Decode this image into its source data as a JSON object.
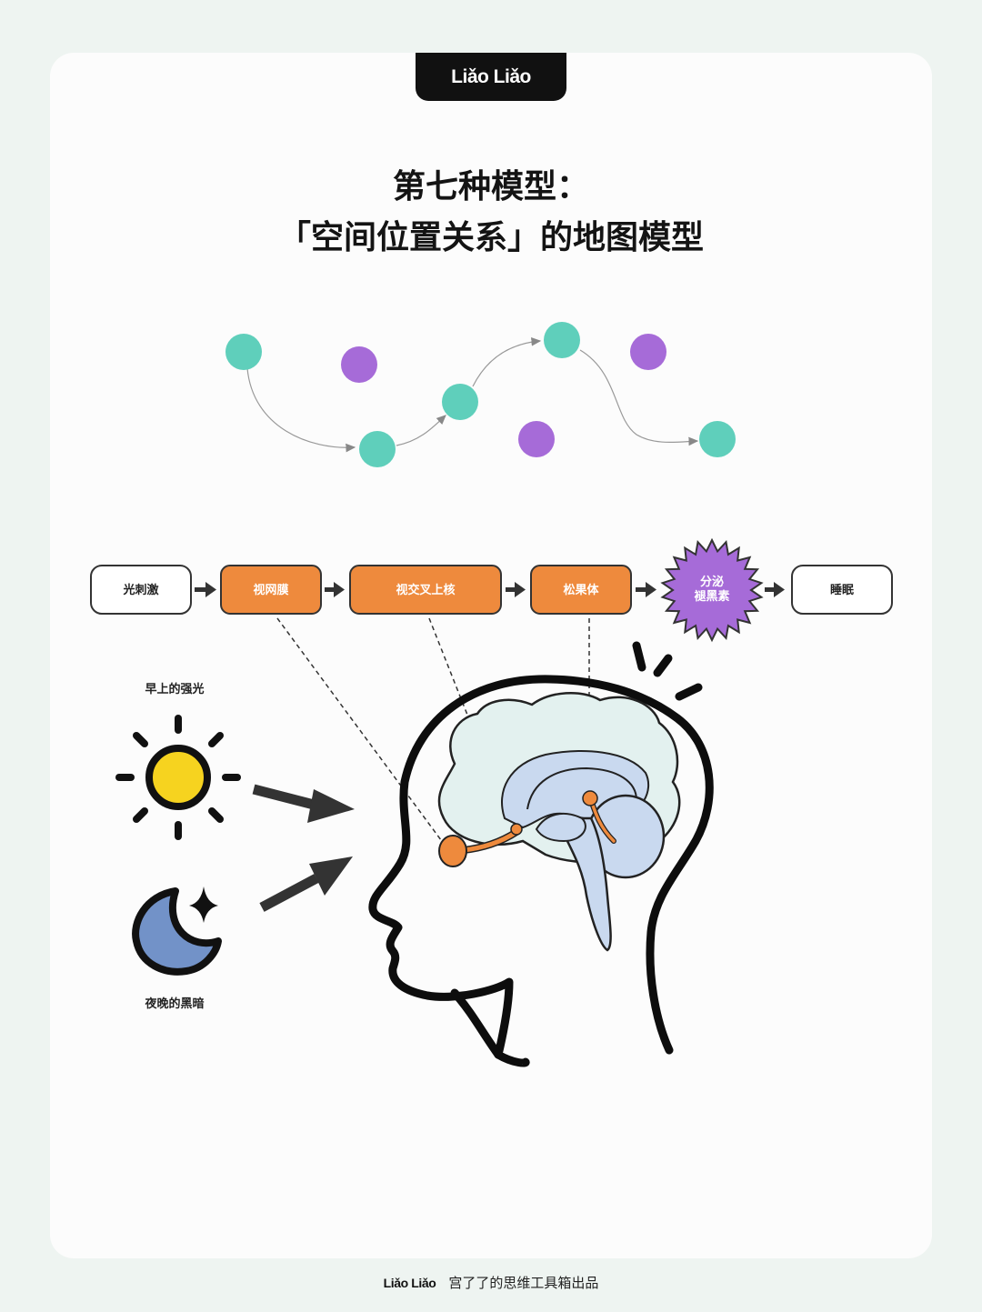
{
  "brand": {
    "logo": "Liǎo Liǎo"
  },
  "title": {
    "line1": "第七种模型：",
    "line2": "「空间位置关系」的地图模型"
  },
  "flow": {
    "steps": [
      {
        "label": "光刺激",
        "style": "outline"
      },
      {
        "label": "视网膜",
        "style": "orange"
      },
      {
        "label": "视交叉上核",
        "style": "orange"
      },
      {
        "label": "松果体",
        "style": "orange"
      },
      {
        "label": "分泌褪黑素",
        "style": "purple-burst"
      },
      {
        "label": "睡眠",
        "style": "outline"
      }
    ]
  },
  "inputs": {
    "morning": {
      "label": "早上的强光",
      "icon": "sun-icon"
    },
    "night": {
      "label": "夜晚的黑暗",
      "icon": "moon-icon"
    }
  },
  "footer": {
    "brand": "Liǎo Liǎo",
    "text": "宫了了的思维工具箱出品"
  },
  "colors": {
    "teal": "#5fcfbb",
    "purple": "#a66bd8",
    "orange": "#ee8a3d",
    "brain_fill": "#e3f1ef",
    "brain_inner": "#c9d9ef",
    "sun": "#f6d31f",
    "moon": "#7292c8"
  }
}
